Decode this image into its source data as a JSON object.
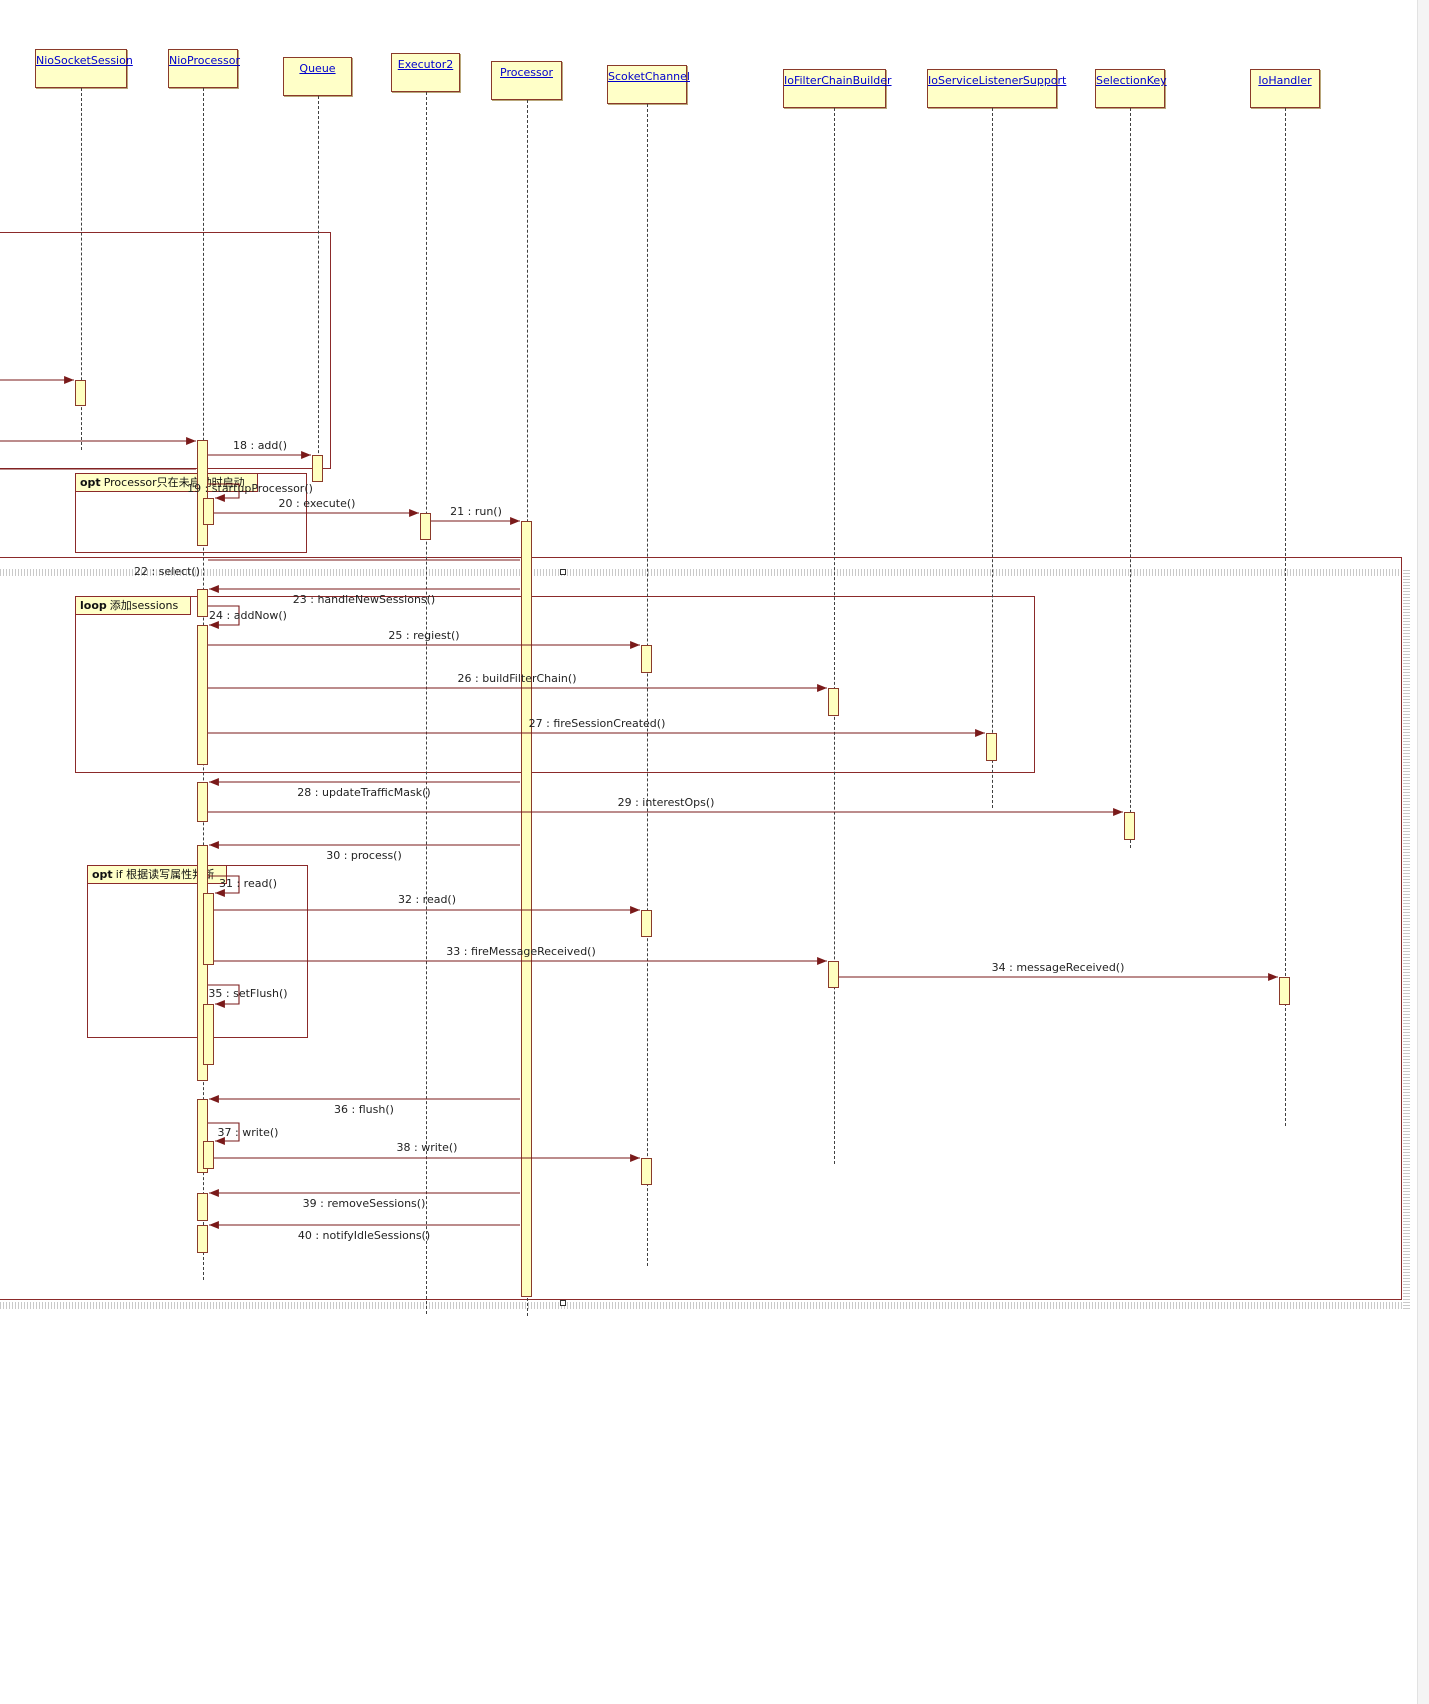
{
  "lifelines": [
    {
      "id": "nio_socket_session",
      "name": "NioSocketSession"
    },
    {
      "id": "nio_processor",
      "name": "NioProcessor"
    },
    {
      "id": "queue",
      "name": "Queue"
    },
    {
      "id": "executor2",
      "name": "Executor2"
    },
    {
      "id": "processor",
      "name": "Processor"
    },
    {
      "id": "scoket_channel",
      "name": "ScoketChannel"
    },
    {
      "id": "io_filter_chain_builder",
      "name": "IoFilterChainBuilder"
    },
    {
      "id": "io_service_listener_support",
      "name": "IoServiceListenerSupport"
    },
    {
      "id": "selection_key",
      "name": "SelectionKey"
    },
    {
      "id": "io_handler",
      "name": "IoHandler"
    }
  ],
  "fragments": [
    {
      "id": "opt_start",
      "keyword": "opt",
      "condition": "Processor只在未启动时启动"
    },
    {
      "id": "loop_add",
      "keyword": "loop",
      "condition": "添加sessions"
    },
    {
      "id": "opt_rw",
      "keyword": "opt",
      "condition": "if 根据读写属性判断"
    }
  ],
  "messages": [
    {
      "id": "m18",
      "label": "18 : add()"
    },
    {
      "id": "m19",
      "label": "19 : startupProcessor()"
    },
    {
      "id": "m20",
      "label": "20 : execute()"
    },
    {
      "id": "m21",
      "label": "21 : run()"
    },
    {
      "id": "m22",
      "label": "22 : select()"
    },
    {
      "id": "m23",
      "label": "23 : handleNewSessions()"
    },
    {
      "id": "m24",
      "label": "24 : addNow()"
    },
    {
      "id": "m25",
      "label": "25 : regiest()"
    },
    {
      "id": "m26",
      "label": "26 : buildFilterChain()"
    },
    {
      "id": "m27",
      "label": "27 : fireSessionCreated()"
    },
    {
      "id": "m28",
      "label": "28 : updateTrafficMask()"
    },
    {
      "id": "m29",
      "label": "29 : interestOps()"
    },
    {
      "id": "m30",
      "label": "30 : process()"
    },
    {
      "id": "m31",
      "label": "31 : read()"
    },
    {
      "id": "m32",
      "label": "32 : read()"
    },
    {
      "id": "m33",
      "label": "33 : fireMessageReceived()"
    },
    {
      "id": "m34",
      "label": "34 : messageReceived()"
    },
    {
      "id": "m35",
      "label": "35 : setFlush()"
    },
    {
      "id": "m36",
      "label": "36 : flush()"
    },
    {
      "id": "m37",
      "label": "37 : write()"
    },
    {
      "id": "m38",
      "label": "38 : write()"
    },
    {
      "id": "m39",
      "label": "39 : removeSessions()"
    },
    {
      "id": "m40",
      "label": "40 : notifyIdleSessions()"
    }
  ],
  "colors": {
    "box_fill": "#ffffc8",
    "border": "#8b2a2a",
    "lifeline_text": "#0000cc",
    "arrow": "#7a1a1a"
  }
}
